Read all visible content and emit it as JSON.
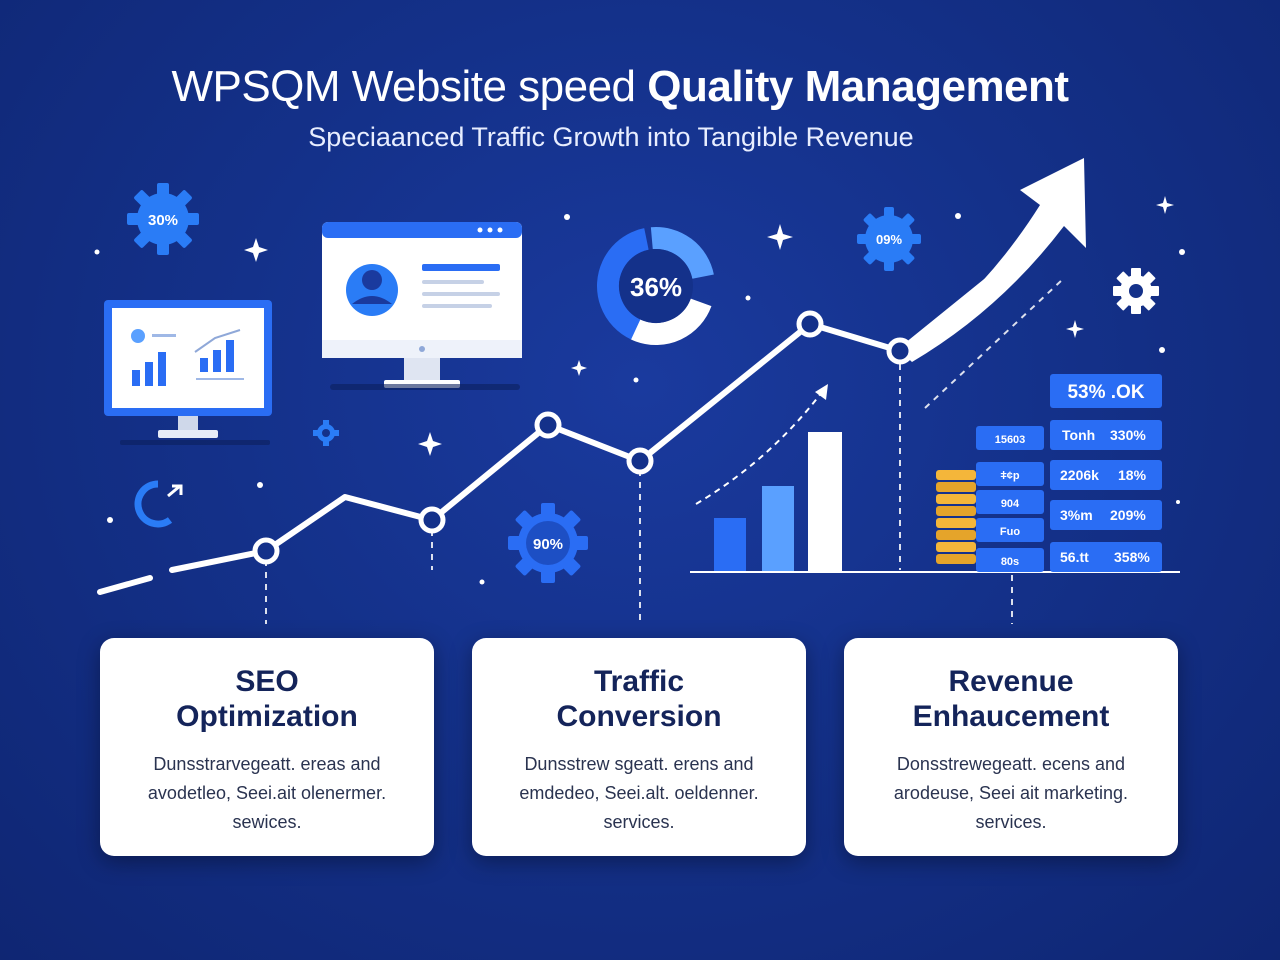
{
  "header": {
    "title_plain": "WPSQM Website speed ",
    "title_bold": "Quality Management",
    "subtitle": "Speciaanced Traffic Growth into Tangible Revenue"
  },
  "badges": {
    "gear_left": "30%",
    "gear_right": "09%",
    "gear_bottom": "90%",
    "donut": "36%"
  },
  "stats_left": [
    "15603",
    "ǂ¢p",
    "904",
    "Fuo",
    "80s"
  ],
  "stats_right": [
    {
      "a": "Tonh",
      "b": "330%"
    },
    {
      "a": "2206k",
      "b": "18%"
    },
    {
      "a": "3%m",
      "b": "209%"
    },
    {
      "a": "56.tt",
      "b": "358%"
    }
  ],
  "stats_top": "53% .OK",
  "cards": [
    {
      "title_1": "SEO",
      "title_2": "Optimization",
      "body": "Dunsstrarvegeatt. ereas and avodetleo, Seei.ait olenermer. sewices."
    },
    {
      "title_1": "Traffic",
      "title_2": "Conversion",
      "body": "Dunsstrew sgeatt. erens and emdedeo, Seei.alt. oeldenner. services."
    },
    {
      "title_1": "Revenue",
      "title_2": "Enhaucement",
      "body": "Donsstrewegeatt. ecens and arodeuse, Seei ait marketing. services."
    }
  ],
  "colors": {
    "background": "#14318a",
    "accent_blue": "#2a6df4",
    "light_blue": "#5aa0ff",
    "gold": "#f4b63a",
    "white": "#ffffff"
  }
}
